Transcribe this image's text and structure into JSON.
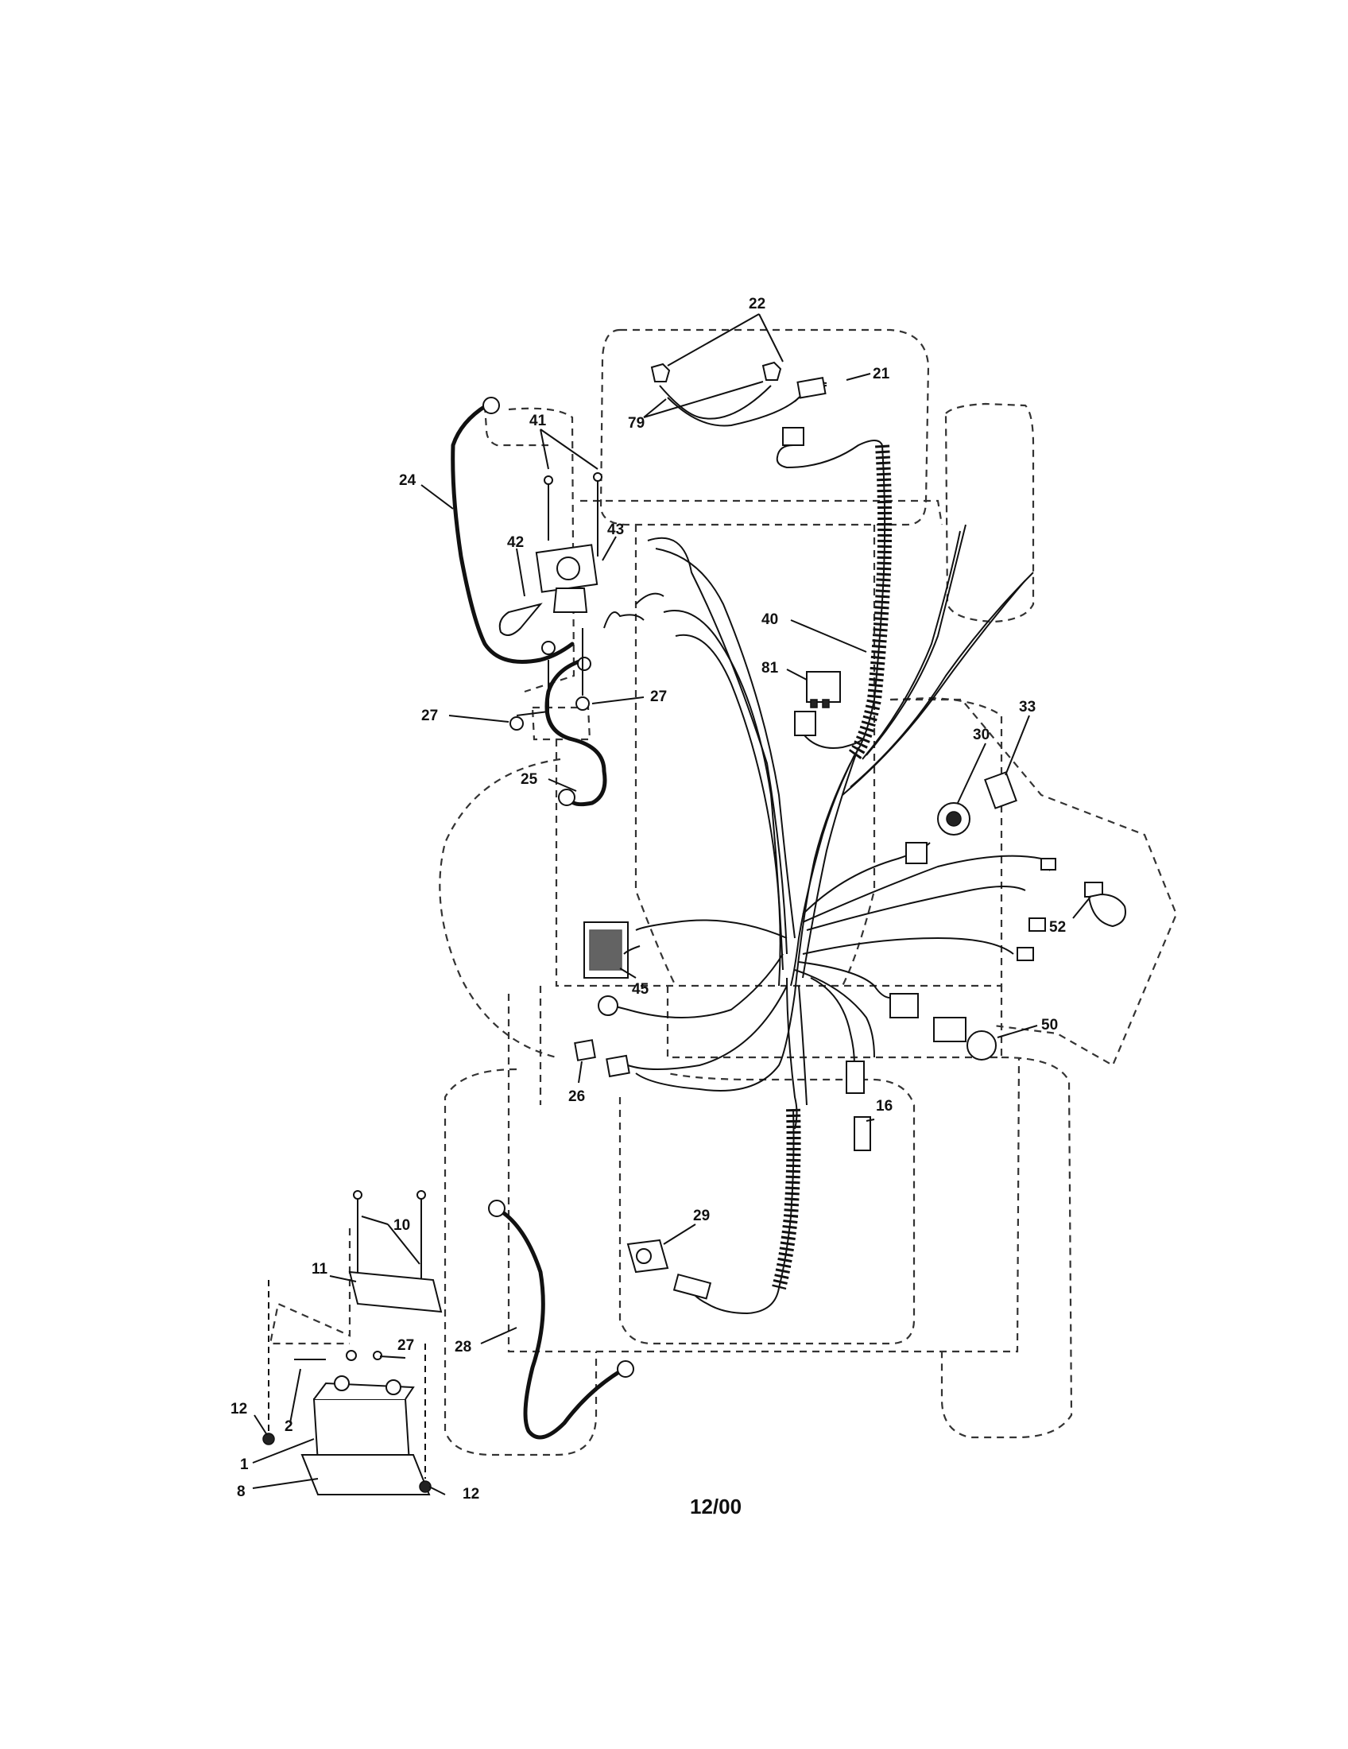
{
  "date_code": "12/00",
  "callouts": [
    {
      "id": "c22",
      "text": "22"
    },
    {
      "id": "c21",
      "text": "21"
    },
    {
      "id": "c79",
      "text": "79"
    },
    {
      "id": "c41",
      "text": "41"
    },
    {
      "id": "c24",
      "text": "24"
    },
    {
      "id": "c42",
      "text": "42"
    },
    {
      "id": "c43",
      "text": "43"
    },
    {
      "id": "c40",
      "text": "40"
    },
    {
      "id": "c81",
      "text": "81"
    },
    {
      "id": "c27a",
      "text": "27"
    },
    {
      "id": "c27b",
      "text": "27"
    },
    {
      "id": "c33",
      "text": "33"
    },
    {
      "id": "c30",
      "text": "30"
    },
    {
      "id": "c25",
      "text": "25"
    },
    {
      "id": "c52",
      "text": "52"
    },
    {
      "id": "c45",
      "text": "45"
    },
    {
      "id": "c50",
      "text": "50"
    },
    {
      "id": "c26",
      "text": "26"
    },
    {
      "id": "c16",
      "text": "16"
    },
    {
      "id": "c29",
      "text": "29"
    },
    {
      "id": "c10",
      "text": "10"
    },
    {
      "id": "c11",
      "text": "11"
    },
    {
      "id": "c27c",
      "text": "27"
    },
    {
      "id": "c28",
      "text": "28"
    },
    {
      "id": "c12a",
      "text": "12"
    },
    {
      "id": "c2",
      "text": "2"
    },
    {
      "id": "c1",
      "text": "1"
    },
    {
      "id": "c8",
      "text": "8"
    },
    {
      "id": "c12b",
      "text": "12"
    }
  ]
}
